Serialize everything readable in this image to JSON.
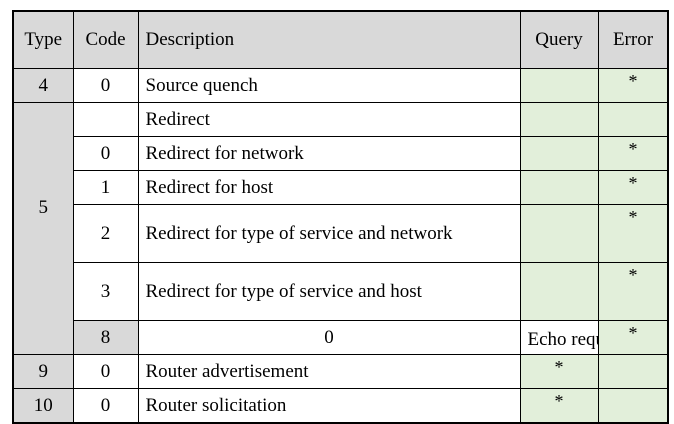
{
  "headers": {
    "type": "Type",
    "code": "Code",
    "description": "Description",
    "query": "Query",
    "error": "Error"
  },
  "rows": [
    {
      "type": "4",
      "code": "0",
      "description": "Source quench",
      "query": "",
      "error": "*"
    },
    {
      "type": "5",
      "code": "",
      "description": "Redirect",
      "query": "",
      "error": ""
    },
    {
      "type": "",
      "code": "0",
      "description": "Redirect for network",
      "query": "",
      "error": "*"
    },
    {
      "type": "",
      "code": "1",
      "description": "Redirect for host",
      "query": "",
      "error": "*"
    },
    {
      "type": "",
      "code": "2",
      "description": "Redirect for type of service and network",
      "query": "",
      "error": "*"
    },
    {
      "type": "",
      "code": "3",
      "description": "Redirect for type of service and host",
      "query": "",
      "error": "*"
    },
    {
      "type": "8",
      "code": "0",
      "description": "Echo request (ping 요청)",
      "query": "*",
      "error": ""
    },
    {
      "type": "9",
      "code": "0",
      "description": "Router advertisement",
      "query": "*",
      "error": ""
    },
    {
      "type": "10",
      "code": "0",
      "description": "Router solicitation",
      "query": "*",
      "error": ""
    }
  ],
  "colors": {
    "header_bg": "#d9d9d9",
    "type_bg": "#d9d9d9",
    "flag_bg": "#e2efda"
  }
}
